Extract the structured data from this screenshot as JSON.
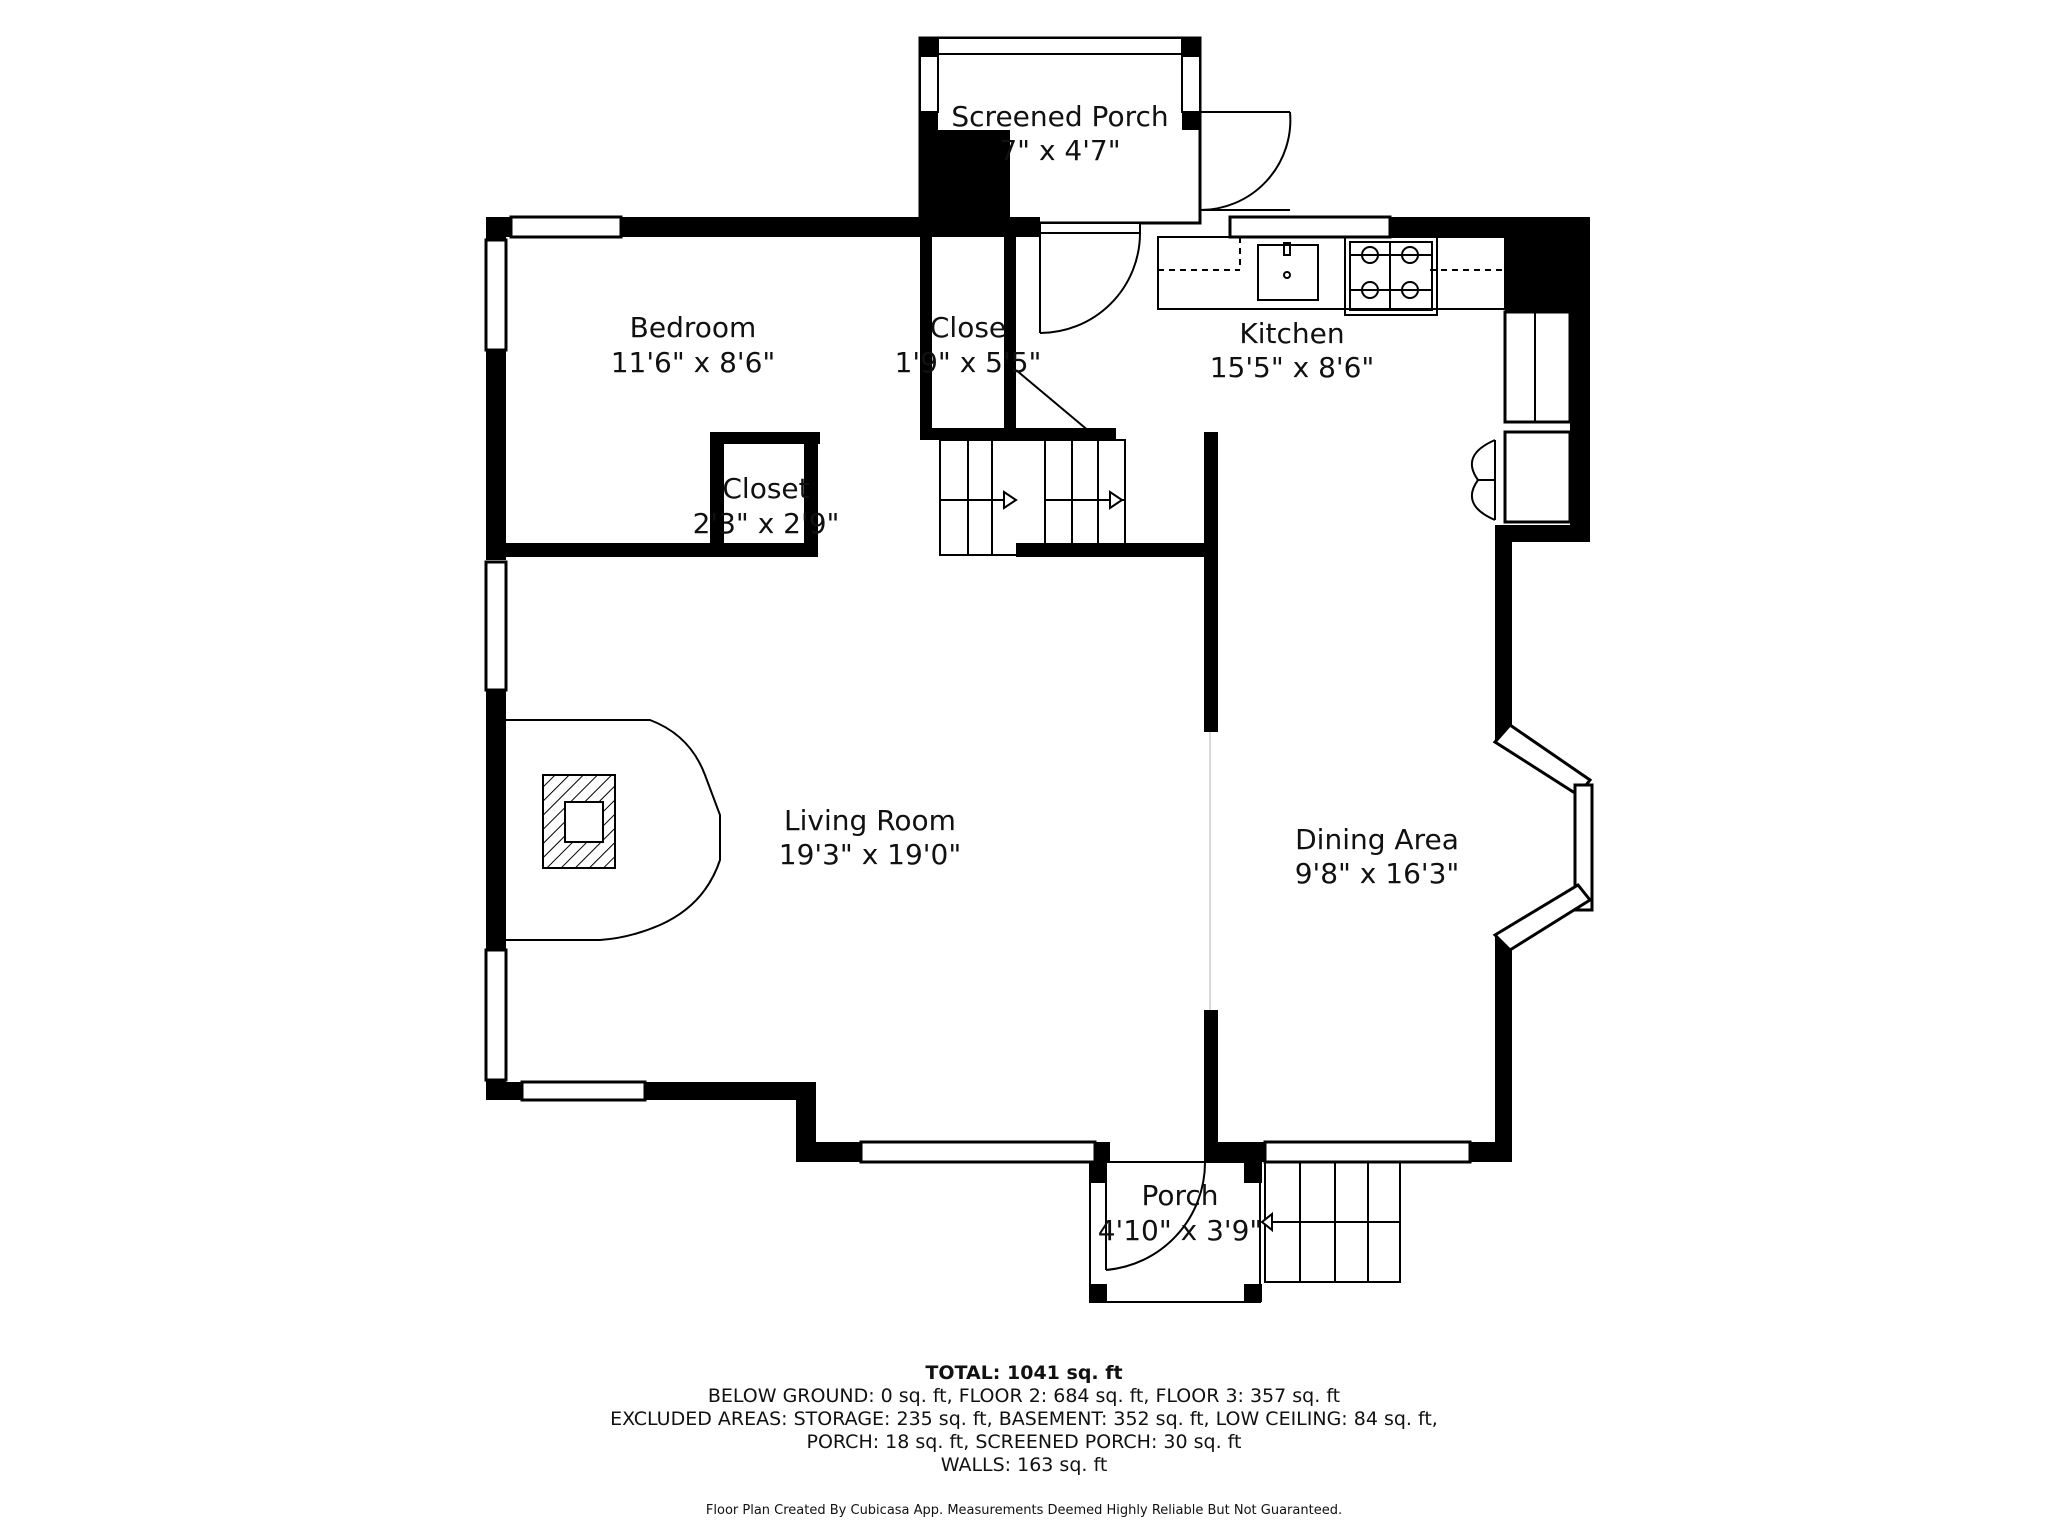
{
  "rooms": {
    "screened_porch": {
      "name": "Screened Porch",
      "dims": "7\" x 4'7\""
    },
    "bedroom": {
      "name": "Bedroom",
      "dims": "11'6\" x 8'6\""
    },
    "closet_upper": {
      "name": "Close",
      "dims": "1'9\" x 5'5\""
    },
    "kitchen": {
      "name": "Kitchen",
      "dims": "15'5\" x 8'6\""
    },
    "closet_lower": {
      "name": "Closet",
      "dims": "2'3\" x 2'9\""
    },
    "living_room": {
      "name": "Living Room",
      "dims": "19'3\" x 19'0\""
    },
    "dining_area": {
      "name": "Dining Area",
      "dims": "9'8\" x 16'3\""
    },
    "porch": {
      "name": "Porch",
      "dims": "4'10\" x 3'9\""
    }
  },
  "summary": {
    "total": "TOTAL: 1041 sq. ft",
    "line1": "BELOW GROUND: 0 sq. ft, FLOOR 2: 684 sq. ft, FLOOR 3: 357 sq. ft",
    "line2": "EXCLUDED AREAS: STORAGE: 235 sq. ft, BASEMENT: 352 sq. ft, LOW CEILING: 84 sq. ft,",
    "line3": "PORCH: 18 sq. ft, SCREENED PORCH: 30 sq. ft",
    "line4": "WALLS: 163 sq. ft",
    "credit": "Floor Plan Created By Cubicasa App. Measurements Deemed Highly Reliable But Not Guaranteed."
  },
  "colors": {
    "wall": "#000000",
    "line": "#222222",
    "background": "#ffffff"
  }
}
